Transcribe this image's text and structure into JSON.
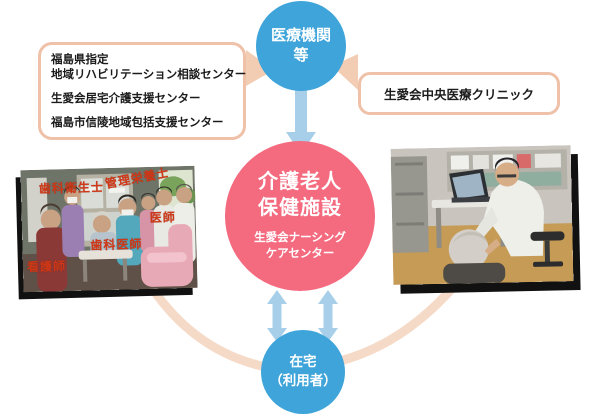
{
  "diagram": {
    "top_circle": {
      "line1": "医療機関",
      "line2": "等"
    },
    "left_box": {
      "lines": [
        "福島県指定",
        "地域リハビリテーション相談センター",
        "生愛会居宅介護支援センター",
        "福島市信陵地域包括支援センター"
      ]
    },
    "right_box": {
      "label": "生愛会中央医療クリニック"
    },
    "center_circle": {
      "title_line1": "介護老人",
      "title_line2": "保健施設",
      "subtitle_line1": "生愛会ナーシング",
      "subtitle_line2": "ケアセンター"
    },
    "bottom_circle": {
      "line1": "在宅",
      "line2": "（利用者）"
    },
    "left_photo_labels": {
      "dental_hygienist": "歯科衛生士",
      "dietitian": "管理栄養士",
      "doctor": "医師",
      "dentist": "歯科医師",
      "nurse": "看護師"
    },
    "colors": {
      "circle_blue": "#3ea4d9",
      "circle_pink": "#f46a7f",
      "box_border": "#efc1a8",
      "arrow_blue": "#a7cfe9",
      "arc_peach": "#f6dac8",
      "label_red": "#cf3716"
    }
  }
}
